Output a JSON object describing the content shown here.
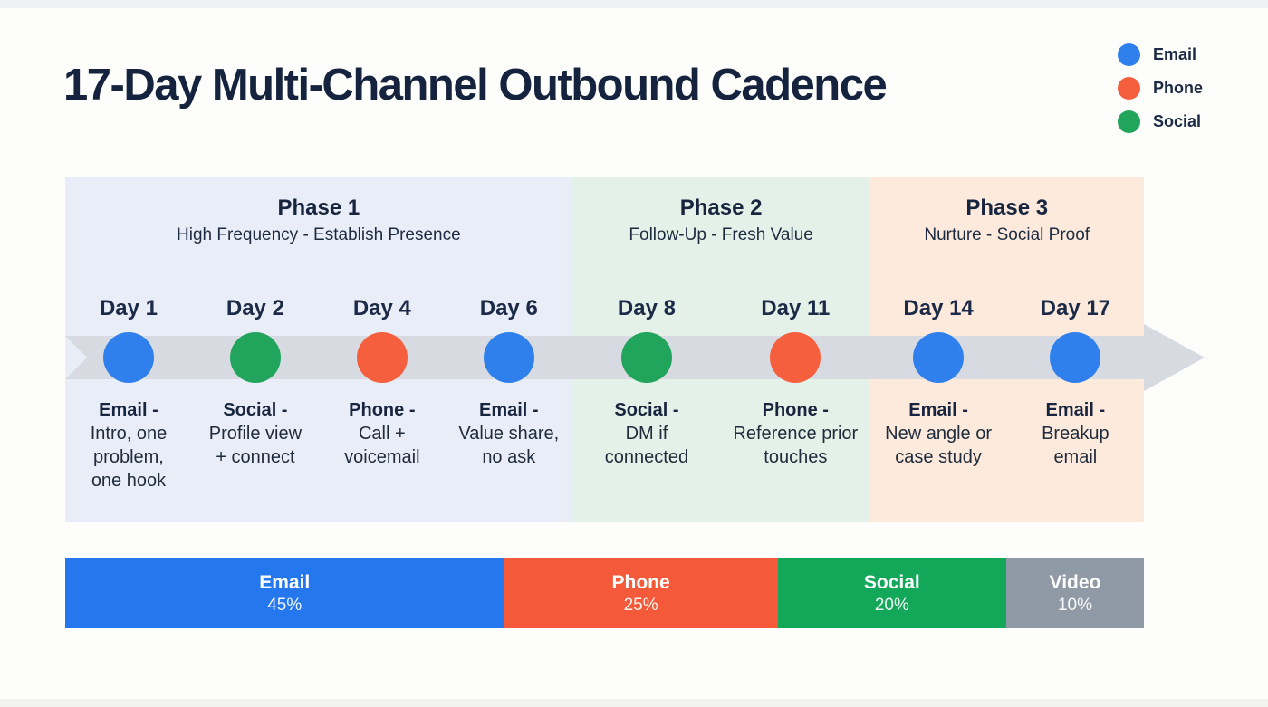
{
  "page": {
    "title": "17-Day Multi-Channel Outbound Cadence"
  },
  "legend": {
    "items": [
      {
        "label": "Email",
        "color": "#2f80ed"
      },
      {
        "label": "Phone",
        "color": "#f55f3d"
      },
      {
        "label": "Social",
        "color": "#21a55c"
      }
    ]
  },
  "timeline": {
    "arrow_color": "#d7dae1"
  },
  "phases": [
    {
      "name": "Phase 1",
      "subtitle": "High Frequency - Establish Presence",
      "bg": "#e9edf7",
      "days": [
        {
          "day": "Day 1",
          "channel": "Email -",
          "detail": "Intro, one\nproblem,\none hook",
          "color": "#2f80ed"
        },
        {
          "day": "Day 2",
          "channel": "Social -",
          "detail": "Profile view\n+ connect",
          "color": "#21a55c"
        },
        {
          "day": "Day 4",
          "channel": "Phone -",
          "detail": "Call +\nvoicemail",
          "color": "#f55f3d"
        },
        {
          "day": "Day 6",
          "channel": "Email -",
          "detail": "Value share,\nno ask",
          "color": "#2f80ed"
        }
      ]
    },
    {
      "name": "Phase 2",
      "subtitle": "Follow-Up - Fresh Value",
      "bg": "#e4f1e8",
      "days": [
        {
          "day": "Day 8",
          "channel": "Social -",
          "detail": "DM if\nconnected",
          "color": "#21a55c"
        },
        {
          "day": "Day 11",
          "channel": "Phone -",
          "detail": "Reference prior\ntouches",
          "color": "#f55f3d"
        }
      ]
    },
    {
      "name": "Phase 3",
      "subtitle": "Nurture - Social Proof",
      "bg": "#fdeadd",
      "days": [
        {
          "day": "Day 14",
          "channel": "Email -",
          "detail": "New angle or\ncase study",
          "color": "#2f80ed"
        },
        {
          "day": "Day 17",
          "channel": "Email -",
          "detail": "Breakup\nemail",
          "color": "#2f80ed"
        }
      ]
    }
  ],
  "chart_data": {
    "type": "bar",
    "orientation": "horizontal-stacked",
    "title": "",
    "categories": [
      "Email",
      "Phone",
      "Social",
      "Video"
    ],
    "values": [
      45,
      25,
      20,
      10
    ],
    "unit": "%",
    "colors": [
      "#2577ee",
      "#f45a39",
      "#13a75a",
      "#909aa7"
    ]
  },
  "mix_bar": {
    "segments": [
      {
        "label": "Email",
        "percent": "45%",
        "value": 45,
        "color": "#2577ee"
      },
      {
        "label": "Phone",
        "percent": "25%",
        "value": 25,
        "color": "#f45a39"
      },
      {
        "label": "Social",
        "percent": "20%",
        "value": 20,
        "color": "#13a75a"
      },
      {
        "label": "Video",
        "percent": "10%",
        "value": 10,
        "color": "#909aa7"
      }
    ]
  }
}
